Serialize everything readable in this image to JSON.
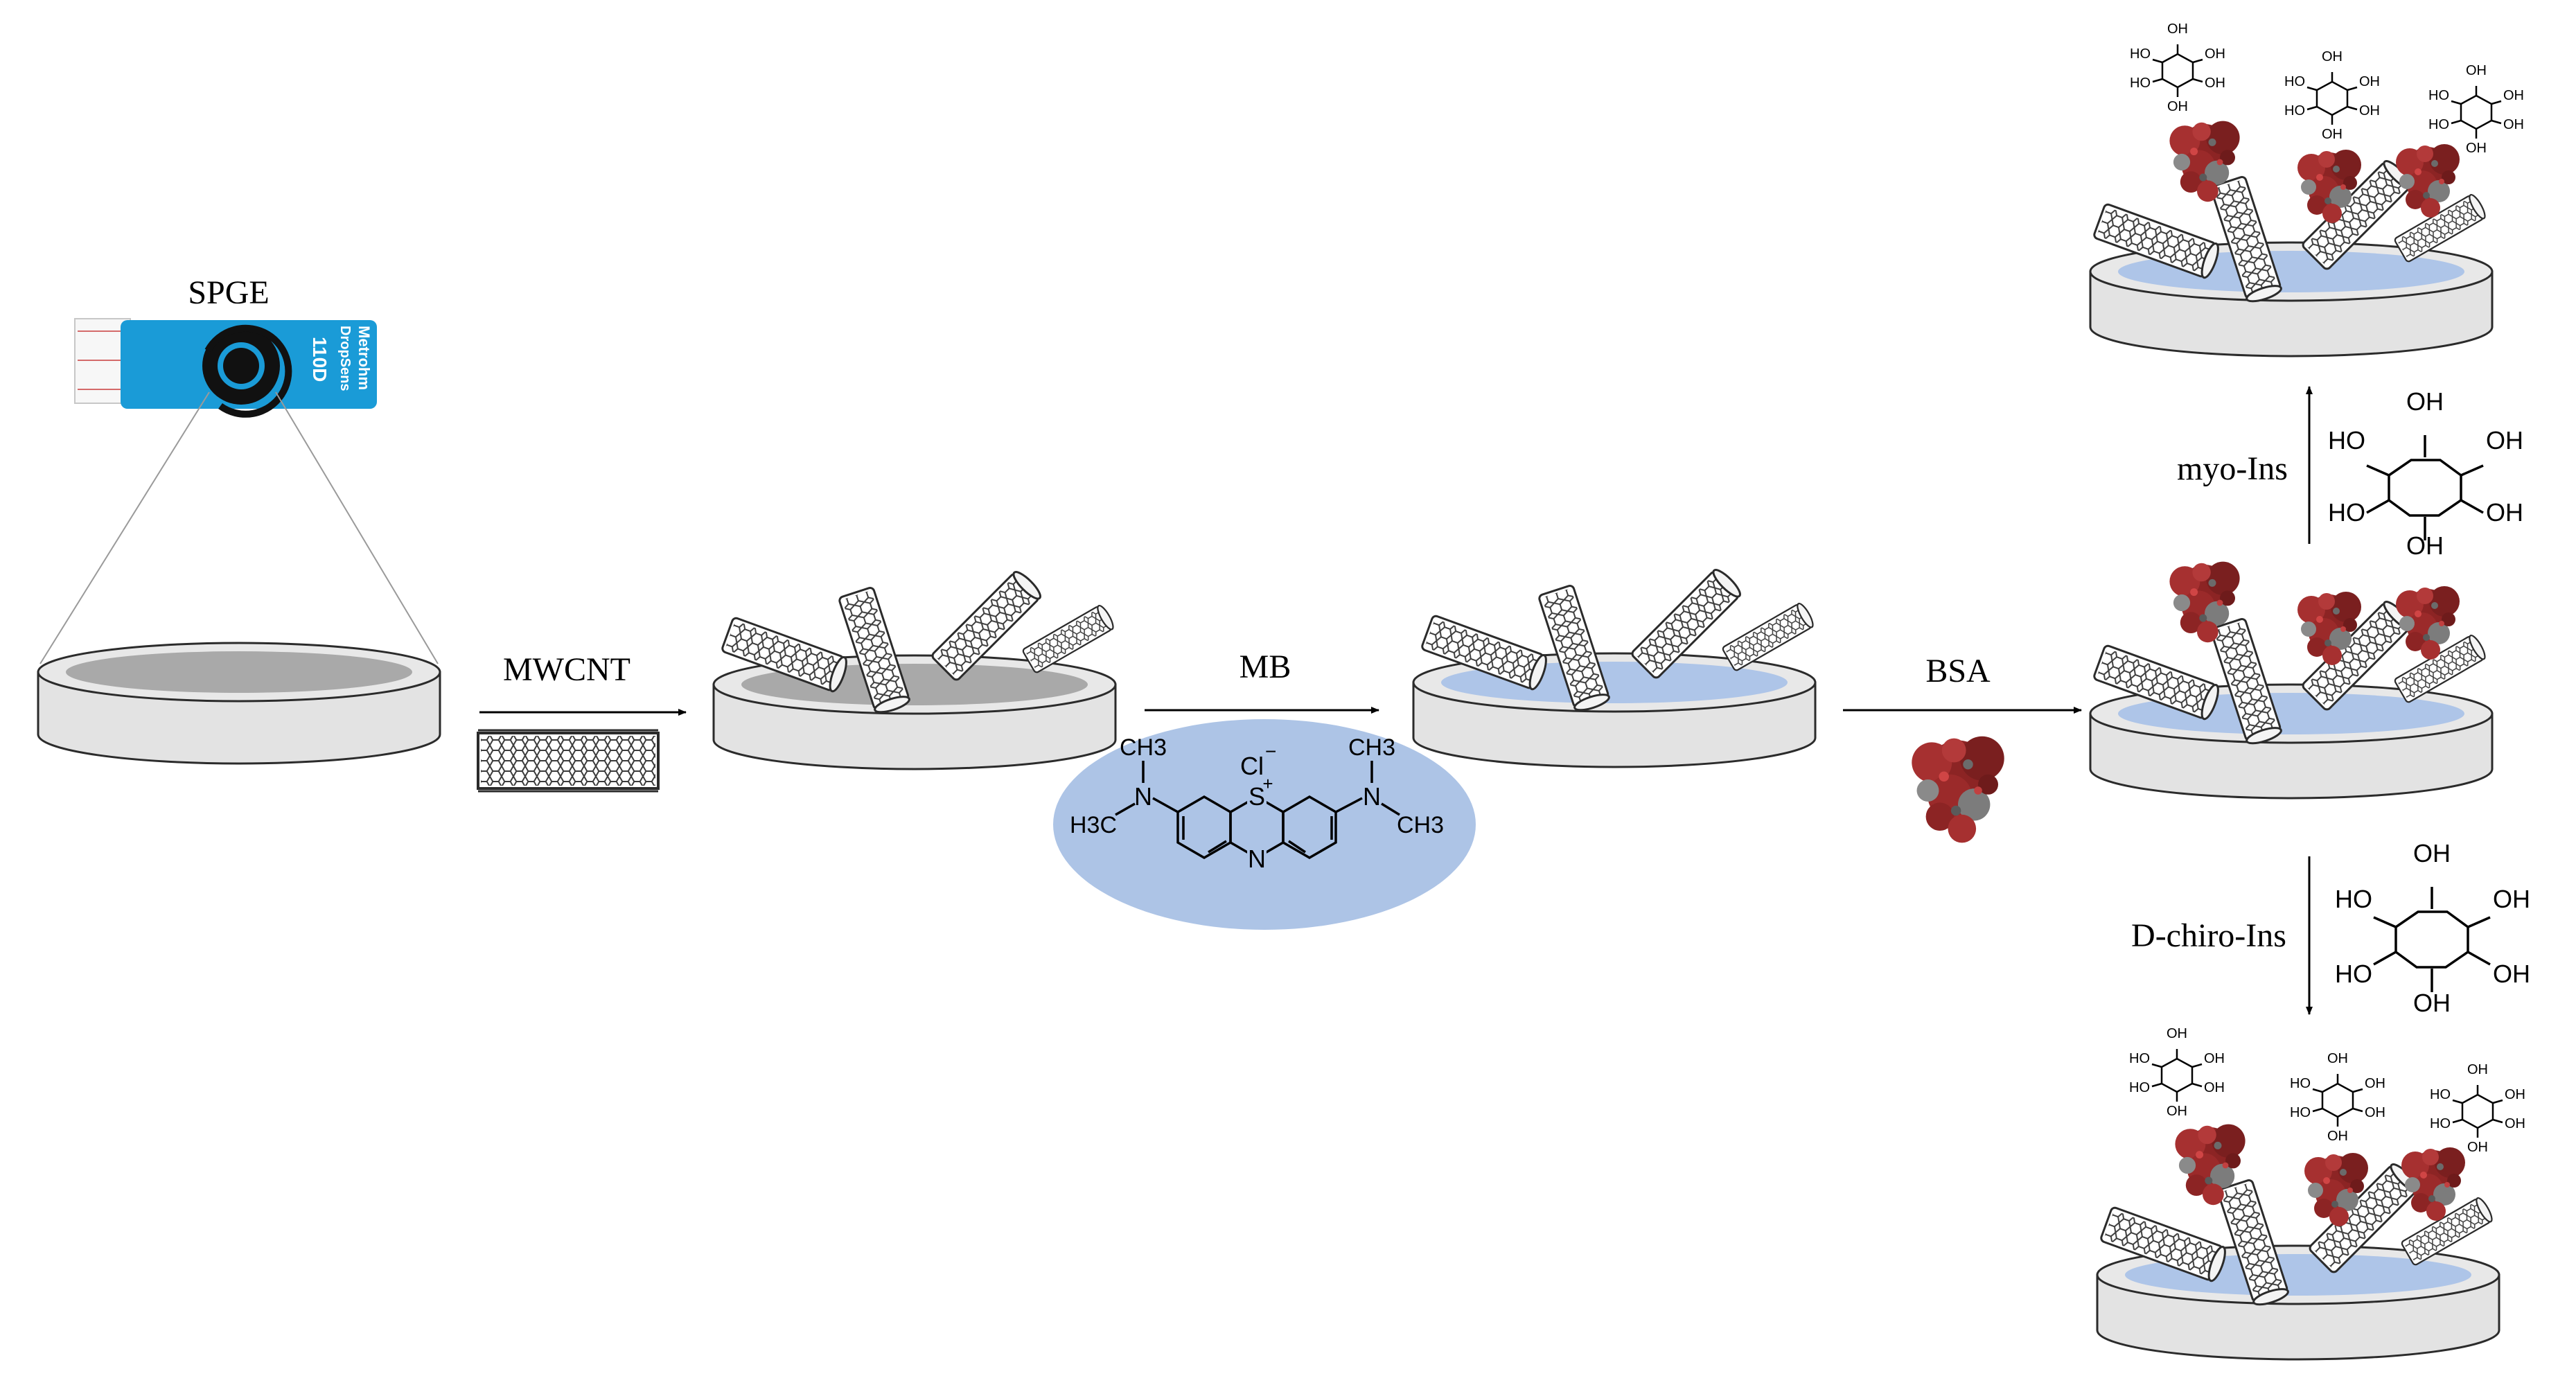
{
  "steps": {
    "spge_label": "SPGE",
    "mwcnt_label": "MWCNT",
    "mb_label": "MB",
    "bsa_label": "BSA",
    "myo_label": "myo-Ins",
    "dchiro_label": "D-chiro-Ins"
  },
  "electrode_card": {
    "brand": "Metrohm",
    "product": "DropSens",
    "model": "110D"
  },
  "methylene_blue": {
    "counter_ion": "Cl",
    "counter_charge": "−",
    "ring_sulfur": "S",
    "sulfur_charge": "+",
    "ring_nitrogen": "N",
    "left_amine_n": "N",
    "right_amine_n": "N",
    "left_methyl_top": "CH3",
    "left_methyl_side": "H3C",
    "right_methyl_top": "CH3",
    "right_methyl_side": "CH3"
  },
  "inositol": {
    "oh": "OH",
    "ho": "HO"
  },
  "colors": {
    "disk_body": "#e3e3e3",
    "bare_surface": "#a9a9a9",
    "mb_surface": "#aec5e8",
    "mb_ellipse": "#adc4e6",
    "card_blue": "#1a9bd7",
    "protein_red": "#9b2a2a"
  }
}
